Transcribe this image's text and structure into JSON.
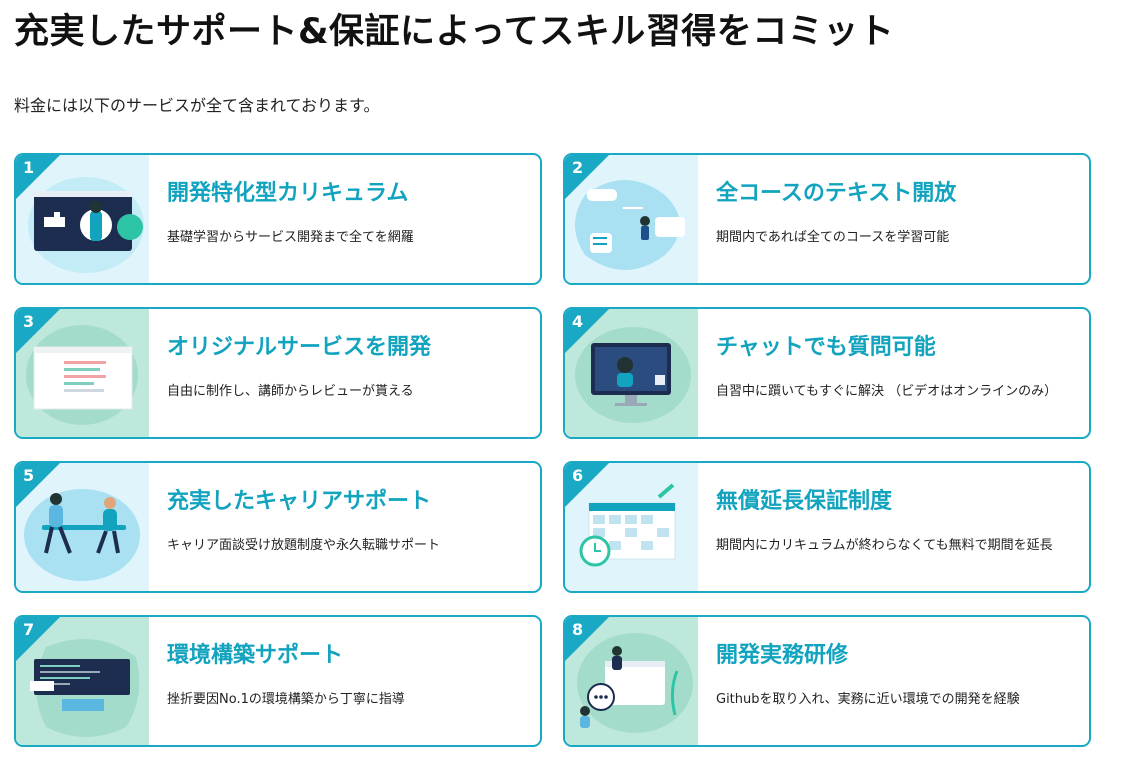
{
  "page": {
    "headline": "充実したサポート&保証によってスキル習得をコミット",
    "intro": "料金には以下のサービスが全て含まれております。"
  },
  "cards": [
    {
      "num": "1",
      "title": "開発特化型カリキュラム",
      "desc": "基礎学習からサービス開発まで全てを網羅"
    },
    {
      "num": "2",
      "title": "全コースのテキスト開放",
      "desc": "期間内であれば全てのコースを学習可能"
    },
    {
      "num": "3",
      "title": "オリジナルサービスを開発",
      "desc": "自由に制作し、講師からレビューが貰える"
    },
    {
      "num": "4",
      "title": "チャットでも質問可能",
      "desc": "自習中に躓いてもすぐに解決 （ビデオはオンラインのみ）"
    },
    {
      "num": "5",
      "title": "充実したキャリアサポート",
      "desc": "キャリア面談受け放題制度や永久転職サポート"
    },
    {
      "num": "6",
      "title": "無償延長保証制度",
      "desc": "期間内にカリキュラムが終わらなくても無料で期間を延長"
    },
    {
      "num": "7",
      "title": "環境構築サポート",
      "desc": "挫折要因No.1の環境構築から丁寧に指導"
    },
    {
      "num": "8",
      "title": "開発実務研修",
      "desc": "Githubを取り入れ、実務に近い環境での開発を経験"
    }
  ],
  "colors": {
    "accent": "#1aa9c4",
    "title": "#12a3be",
    "light_bg": "#dff5fb",
    "mint_bg": "#bfe8dd"
  }
}
